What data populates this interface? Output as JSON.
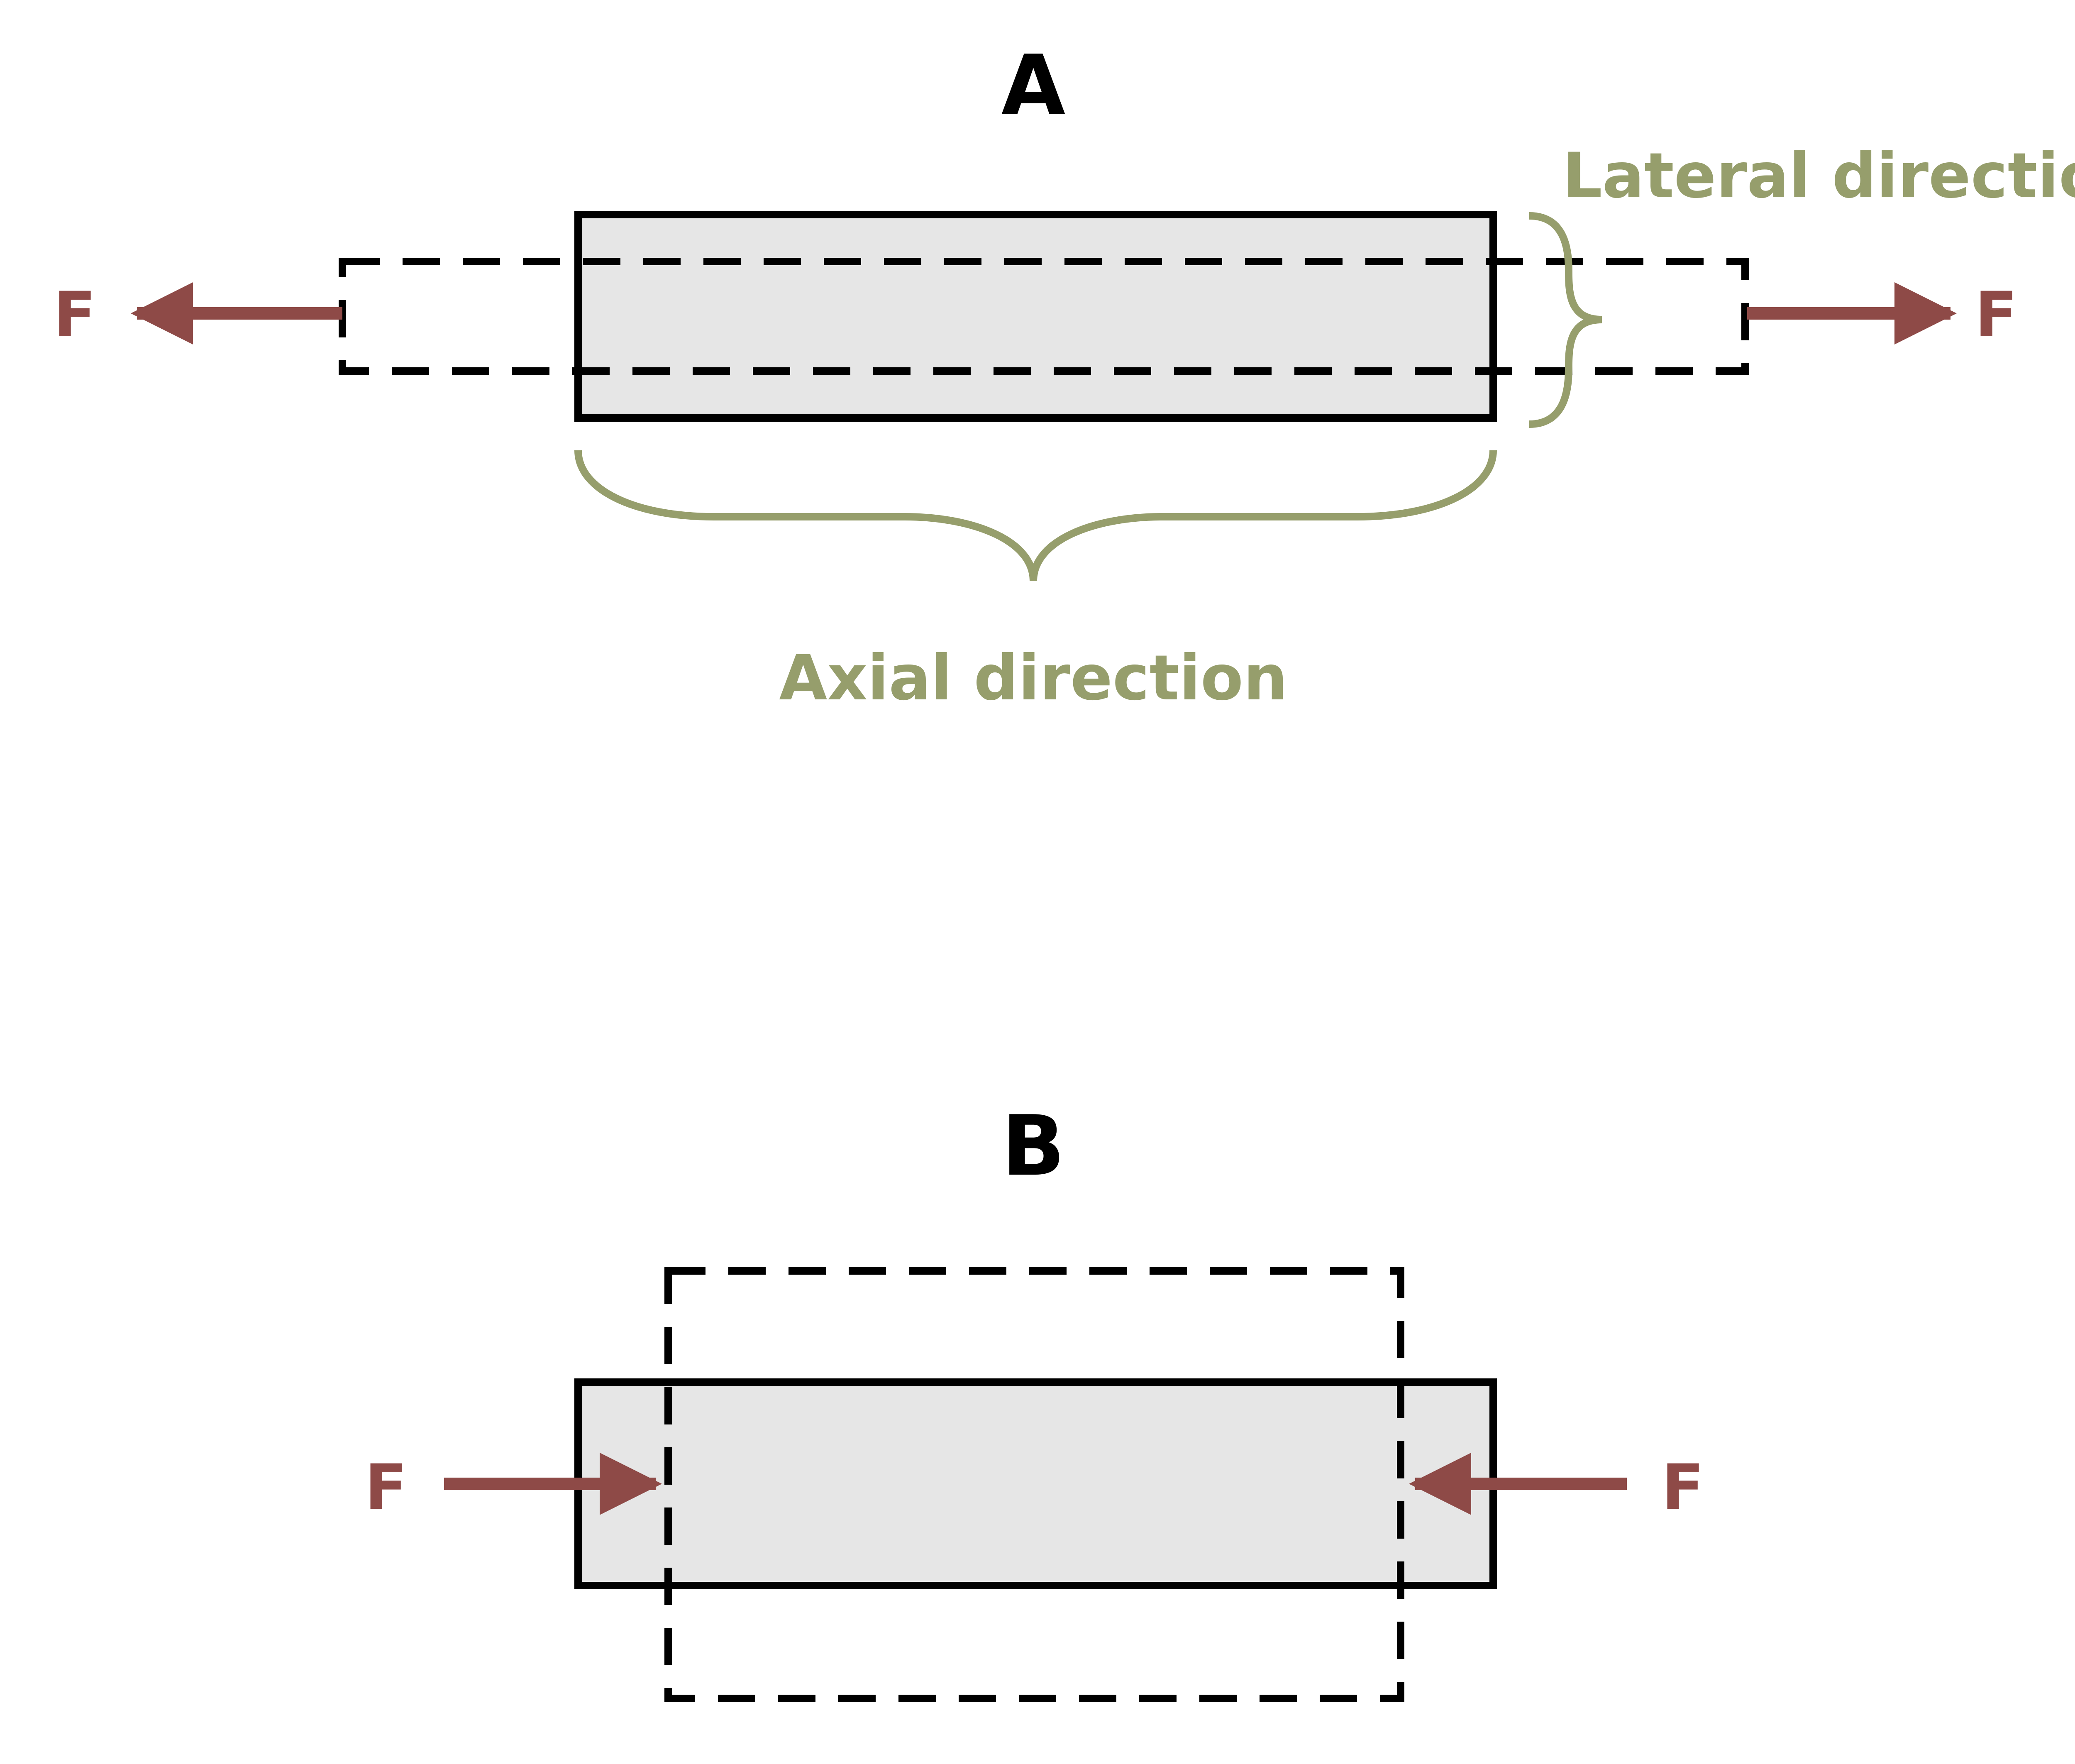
{
  "colors": {
    "outline": "#000000",
    "bar_fill": "#e6e6e6",
    "force": "#8e4a47",
    "annotation": "#969e6c"
  },
  "panel_a": {
    "title": "A",
    "force_left_label": "F",
    "force_right_label": "F",
    "lateral_label": "Lateral direction",
    "axial_label": "Axial direction"
  },
  "panel_b": {
    "title": "B",
    "force_left_label": "F",
    "force_right_label": "F"
  }
}
